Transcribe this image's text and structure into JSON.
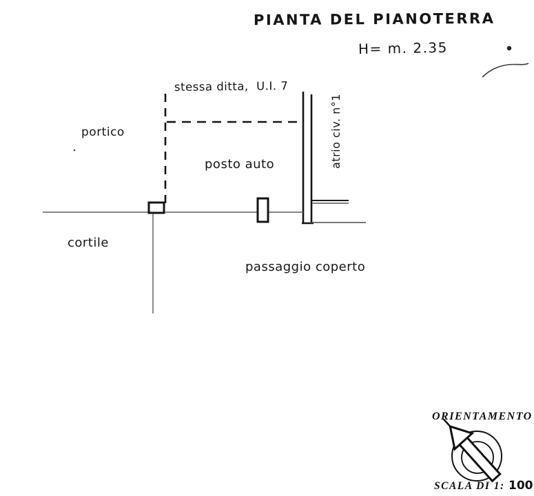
{
  "document": {
    "title": "PIANTA DEL PIANOTERRA",
    "height_note": "H= m. 2.35"
  },
  "plan_labels": {
    "boundary_note": "stessa ditta,  U.I. 7",
    "portico": "portico",
    "posto_auto": "posto auto",
    "atrio": "atrio civ. n°1",
    "cortile": "cortile",
    "passaggio_coperto": "passaggio coperto"
  },
  "compass": {
    "label": "ORIENTAMENTO",
    "icon": "compass-north-arrow-icon",
    "scale_label": "SCALA DI 1:",
    "scale_value": "100"
  },
  "colors": {
    "ink": "#151515",
    "thin_line": "#5f5f5f",
    "paper": "#ffffff"
  }
}
